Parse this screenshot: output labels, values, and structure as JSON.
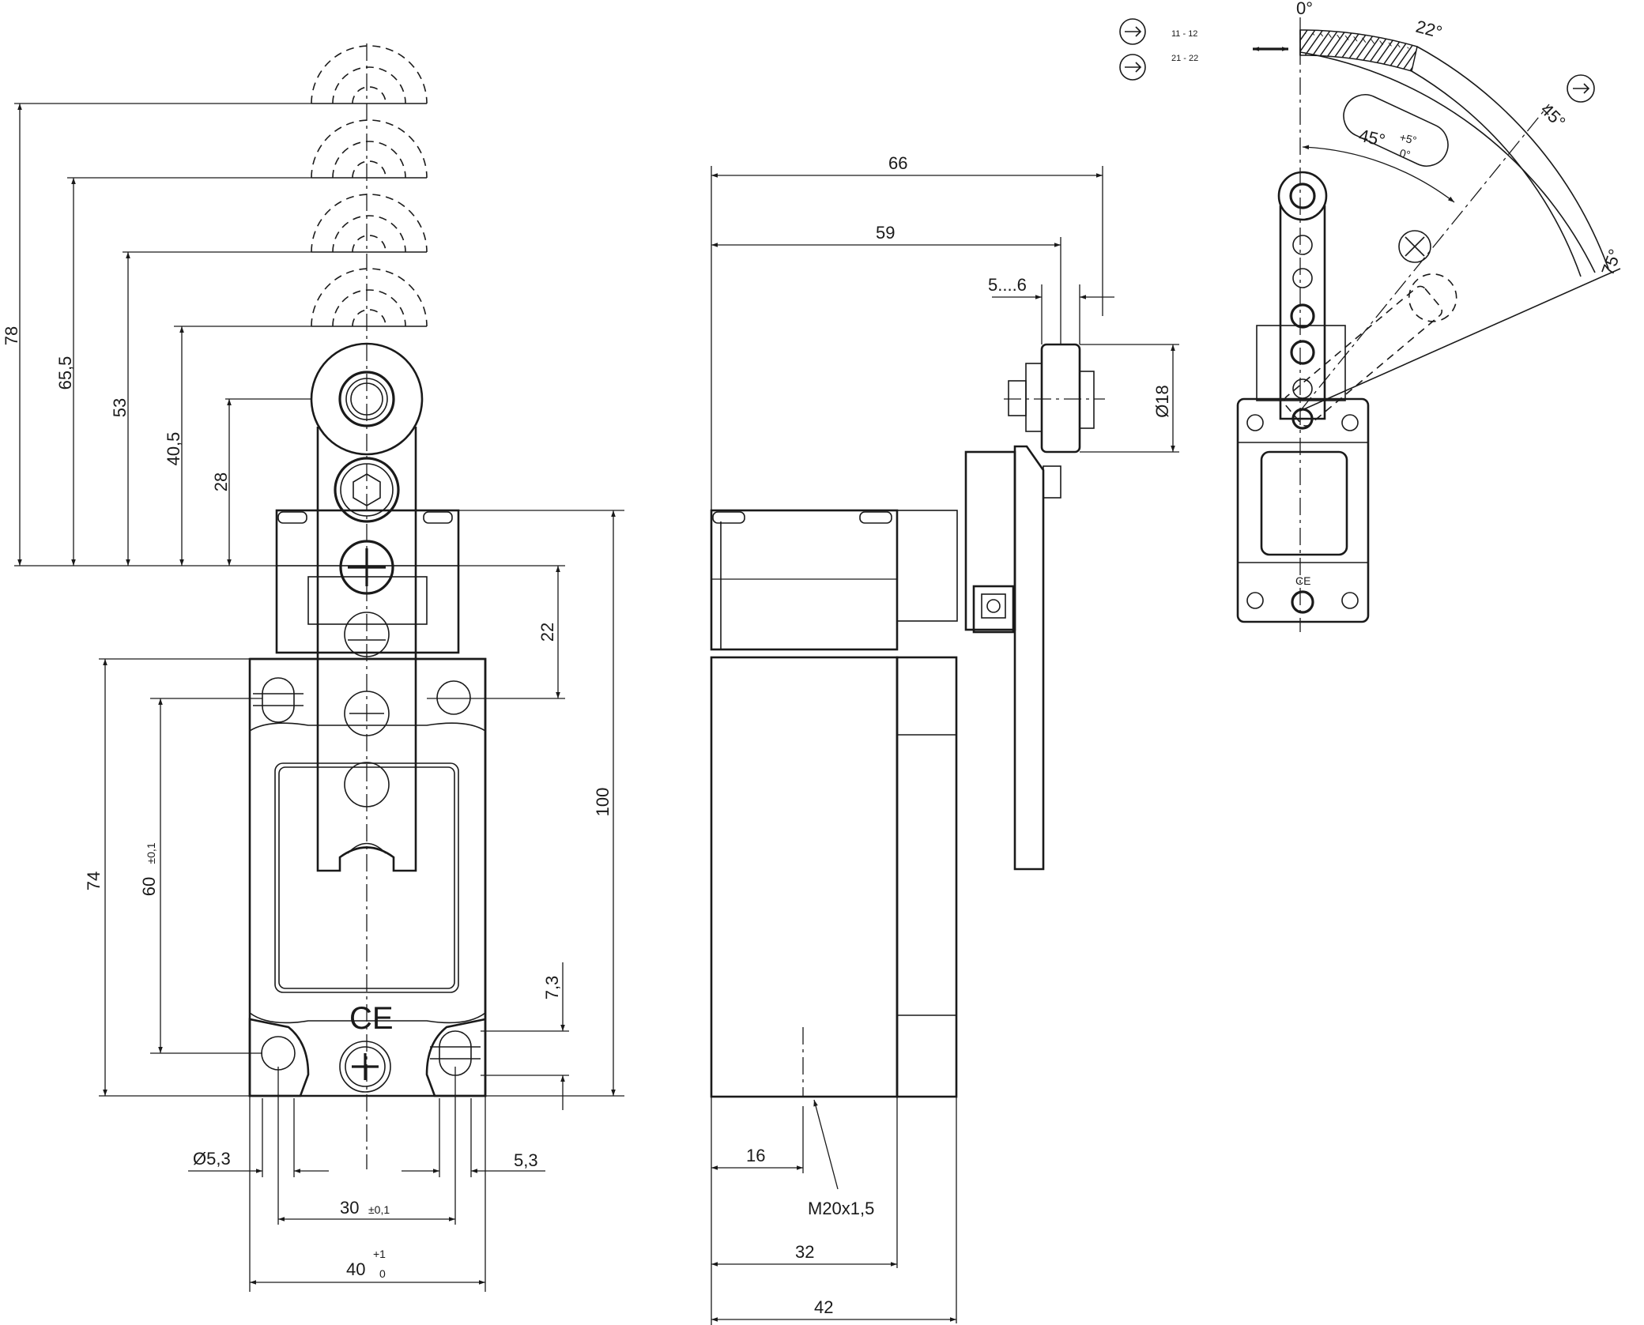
{
  "front_view": {
    "heights": {
      "h78": "78",
      "h65_5": "65,5",
      "h53": "53",
      "h40_5": "40,5",
      "h28": "28"
    },
    "dim_22": "22",
    "dim_100": "100",
    "dim_74": "74",
    "dim_60": "60",
    "dim_60_tol": "±0,1",
    "dim_7_3": "7,3",
    "hole_dia": "Ø5,3",
    "slot_width": "5,3",
    "pitch": "30",
    "pitch_tol": "±0,1",
    "width": "40",
    "width_tol_upper": "+1",
    "width_tol_lower": "0"
  },
  "side_view": {
    "dim_66": "66",
    "dim_59": "59",
    "dim_5_6": "5....6",
    "roller_dia": "Ø18",
    "dim_16": "16",
    "thread": "M20x1,5",
    "dim_32": "32",
    "dim_42": "42"
  },
  "actuation_diagram": {
    "contact_1": "11 - 12",
    "contact_2": "21 - 22",
    "angle_0": "0°",
    "angle_22": "22°",
    "angle_45": "45°",
    "angle_75": "75°",
    "adjust_angle": "45°",
    "adjust_tol_upper": "+5°",
    "adjust_tol_lower": "0°"
  },
  "marks": {
    "ce": "CE"
  }
}
